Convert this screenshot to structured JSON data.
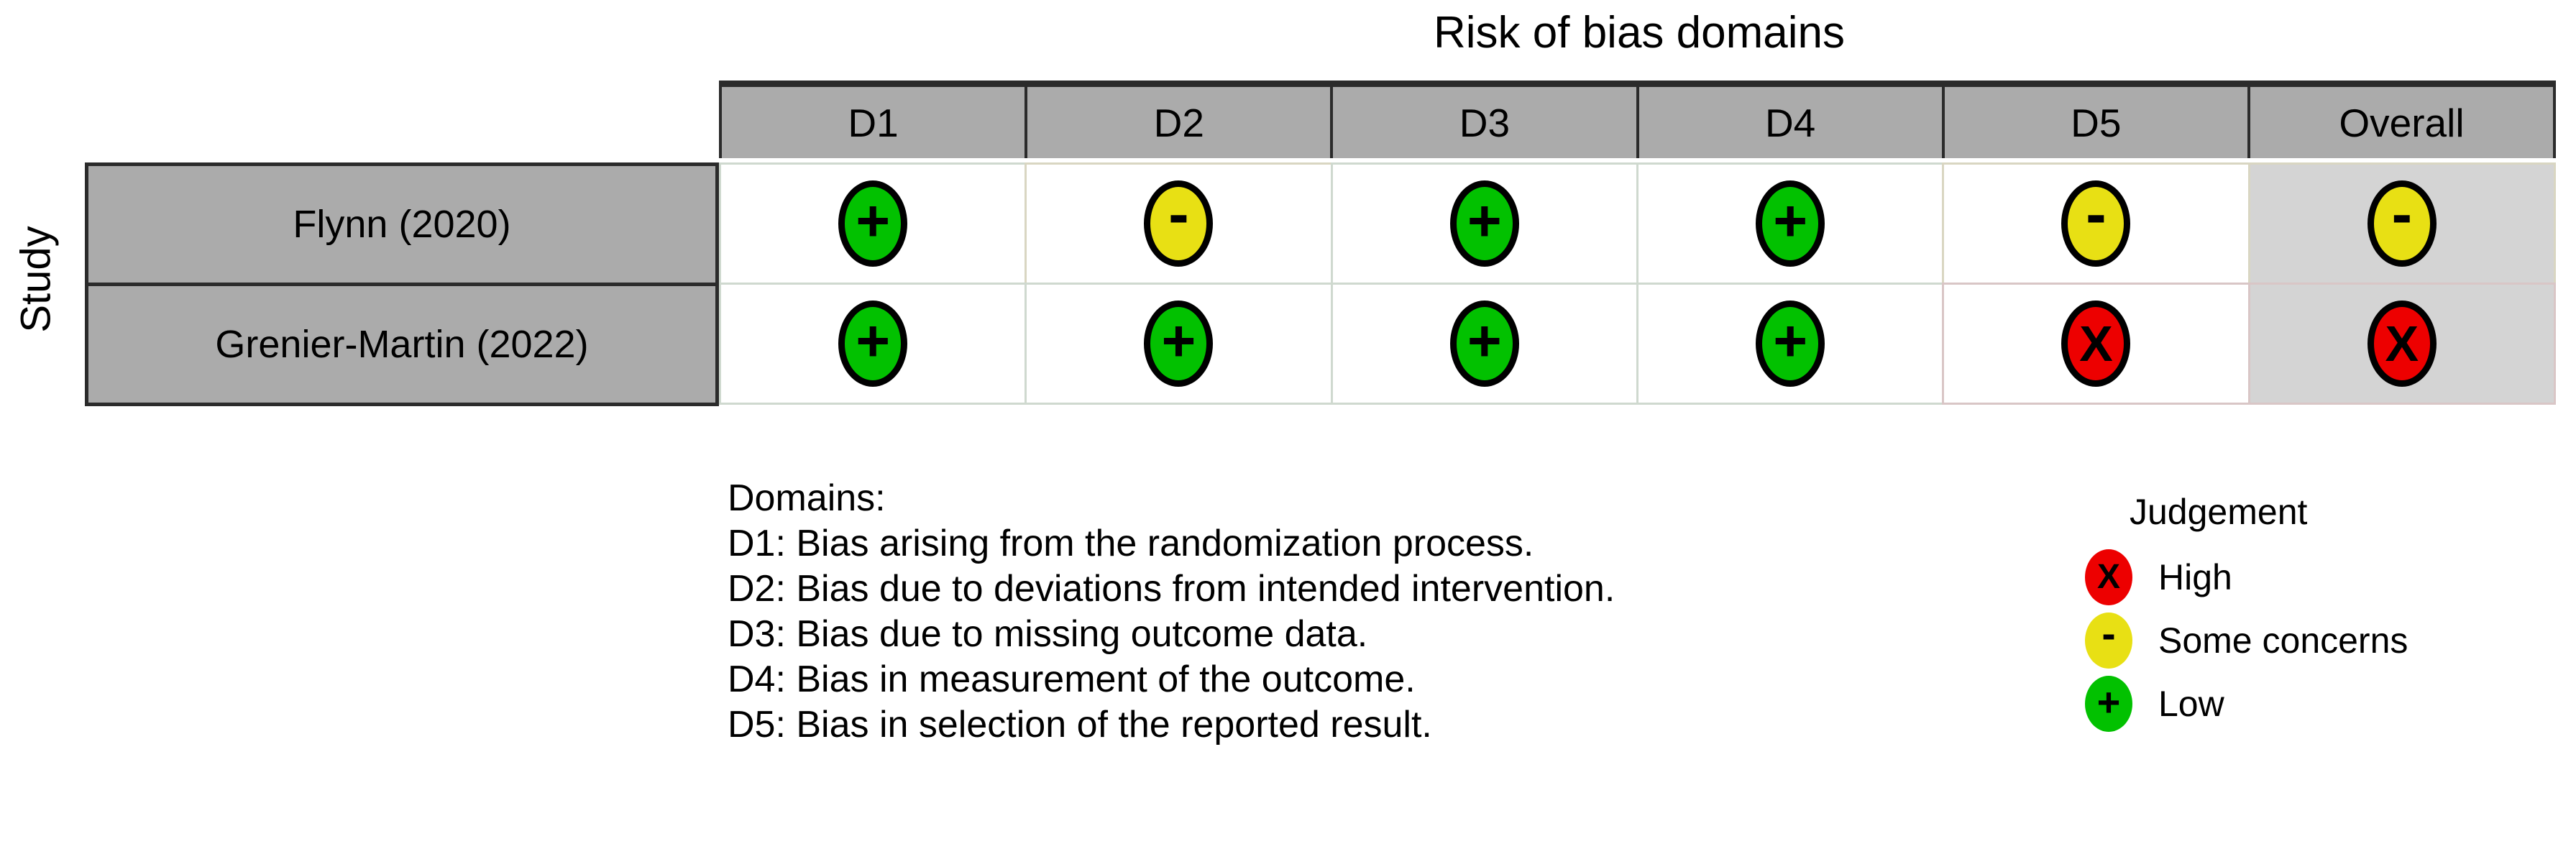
{
  "chart_data": {
    "type": "table",
    "title": "Risk of bias domains",
    "ylabel": "Study",
    "columns": [
      "D1",
      "D2",
      "D3",
      "D4",
      "D5",
      "Overall"
    ],
    "rows": [
      {
        "study": "Flynn (2020)",
        "judgements": [
          "low",
          "some",
          "low",
          "low",
          "some",
          "some"
        ]
      },
      {
        "study": "Grenier-Martin (2022)",
        "judgements": [
          "low",
          "low",
          "low",
          "low",
          "high",
          "high"
        ]
      }
    ],
    "legend_position": "right",
    "grid": true
  },
  "header": {
    "columns": [
      {
        "label": "D1"
      },
      {
        "label": "D2"
      },
      {
        "label": "D3"
      },
      {
        "label": "D4"
      },
      {
        "label": "D5"
      },
      {
        "label": "Overall"
      }
    ]
  },
  "domains_legend": {
    "title": "Domains:",
    "lines": [
      "D1: Bias arising from the randomization process.",
      "D2: Bias due to deviations from intended intervention.",
      "D3: Bias due to missing outcome data.",
      "D4: Bias in measurement of the outcome.",
      "D5: Bias in selection of the reported result."
    ]
  },
  "judgement_legend": {
    "title": "Judgement",
    "items": [
      {
        "key": "high",
        "label": "High",
        "glyph": "X",
        "color": "#ed0000"
      },
      {
        "key": "some",
        "label": "Some concerns",
        "glyph": "-",
        "color": "#e8e014"
      },
      {
        "key": "low",
        "label": "Low",
        "glyph": "+",
        "color": "#02c100"
      }
    ]
  },
  "glyphs": {
    "low": "+",
    "some": "-",
    "high": "X"
  },
  "colors": {
    "low": "#02c100",
    "some": "#e8e014",
    "high": "#ed0000",
    "header_fill": "#ababab",
    "overall_fill": "#d4d4d4",
    "border_dark": "#2b2b2b"
  }
}
